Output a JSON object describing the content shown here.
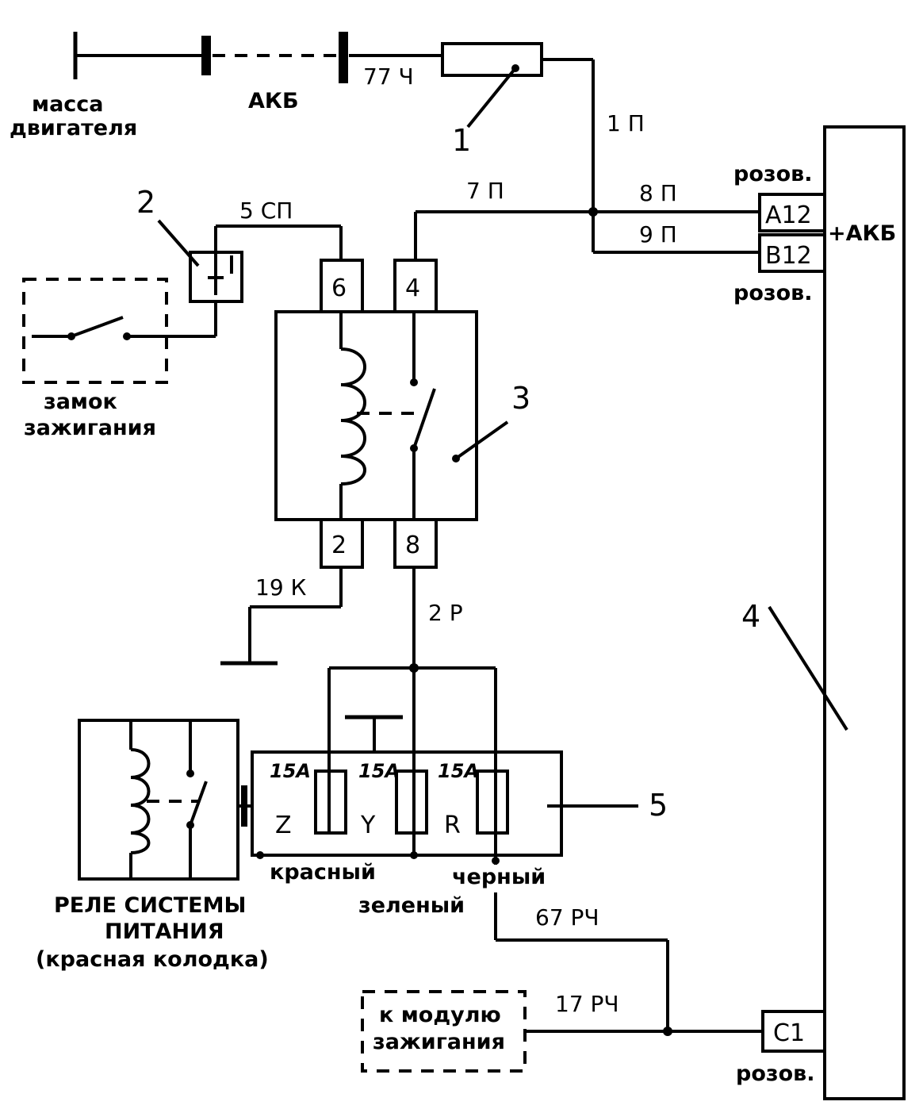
{
  "labels": {
    "engine_ground": [
      "масса",
      "двигателя"
    ],
    "battery": "АКБ",
    "ignition_switch": [
      "замок",
      "зажигания"
    ],
    "fuel_relay": [
      "РЕЛЕ СИСТЕМЫ",
      "ПИТАНИЯ",
      "(красная колодка)"
    ],
    "to_ignition_module": [
      "к модулю",
      "зажигания"
    ],
    "battery_plus": "+АКБ",
    "socket_top": "розов.",
    "socket_mid": "розов.",
    "socket_bottom": "розов."
  },
  "callouts": [
    "1",
    "2",
    "3",
    "4",
    "5"
  ],
  "wires": {
    "w77": "77 Ч",
    "w1": "1 П",
    "w5": "5 СП",
    "w7": "7 П",
    "w8": "8 П",
    "w9": "9 П",
    "w19": "19 К",
    "w2": "2 Р",
    "w67": "67 РЧ",
    "w17": "17 РЧ"
  },
  "relay_pins": [
    "6",
    "4",
    "2",
    "8"
  ],
  "connector_pins": [
    "A12",
    "B12",
    "C1"
  ],
  "fuses": {
    "ratings": [
      "15A",
      "15A",
      "15A"
    ],
    "letters": [
      "Z",
      "Y",
      "R"
    ],
    "wire_colors": [
      "красный",
      "зеленый",
      "черный"
    ]
  }
}
